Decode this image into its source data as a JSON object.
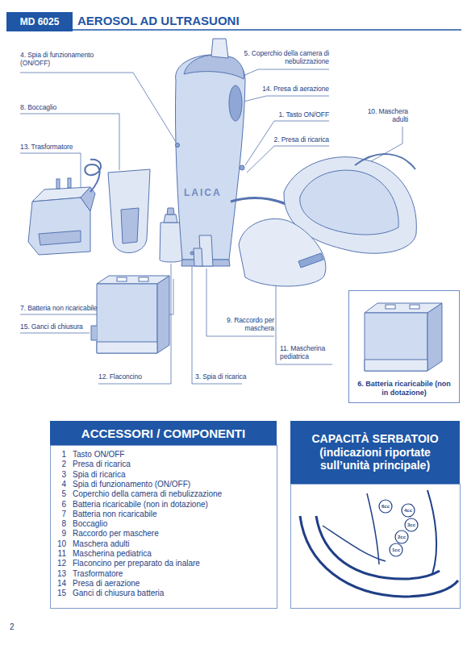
{
  "diagram": {
    "title": "AEROSOL AD ULTRASUONI",
    "nodes": [
      {
        "text": [
          "MD 6025"
        ]
      },
      {
        "text": [
          "6. Batteria ricaricabile (non in dotazione)"
        ]
      },
      {
        "text": [
          "ACCESSORI / COMPONENTI"
        ]
      },
      {
        "text": [
          "CAPACITÀ SERBATOIO (indicazioni riportate sull’unità principale)"
        ]
      }
    ],
    "labels": [
      "4. Spia di funzionamento (ON/OFF)",
      "5. Coperchio della camera di nebulizzazione",
      "14. Presa di aerazione",
      "8. Boccaglio",
      "1. Tasto ON/OFF",
      "10. Maschera adulti",
      "13. Trasformatore",
      "2. Presa di ricarica",
      "7. Batteria non ricaricabile",
      "15. Ganci di chiusura",
      "9. Raccordo per maschera",
      "11. Mascherina pediatrica",
      "12. Flaconcino",
      "3. Spia di ricarica",
      "LAICA",
      "1",
      "Tasto ON/OFF",
      "2",
      "Presa di ricarica",
      "3",
      "Spia di ricarica",
      "4",
      "Spia di funzionamento (ON/OFF)",
      "5",
      "Coperchio della camera di nebulizzazione",
      "6",
      "Batteria ricaricabile (non in dotazione)",
      "7",
      "Batteria non ricaricabile",
      "8",
      "Boccaglio",
      "9",
      "Raccordo per maschere",
      "10",
      "Maschera adulti",
      "11",
      "Mascherina pediatrica",
      "12",
      "Flaconcino per preparato da inalare",
      "13",
      "Trasformatore",
      "14",
      "Presa di aerazione",
      "15",
      "Ganci di chiusura batteria",
      "6cc",
      "4cc",
      "3cc",
      "2cc",
      "1cc",
      "2"
    ]
  }
}
